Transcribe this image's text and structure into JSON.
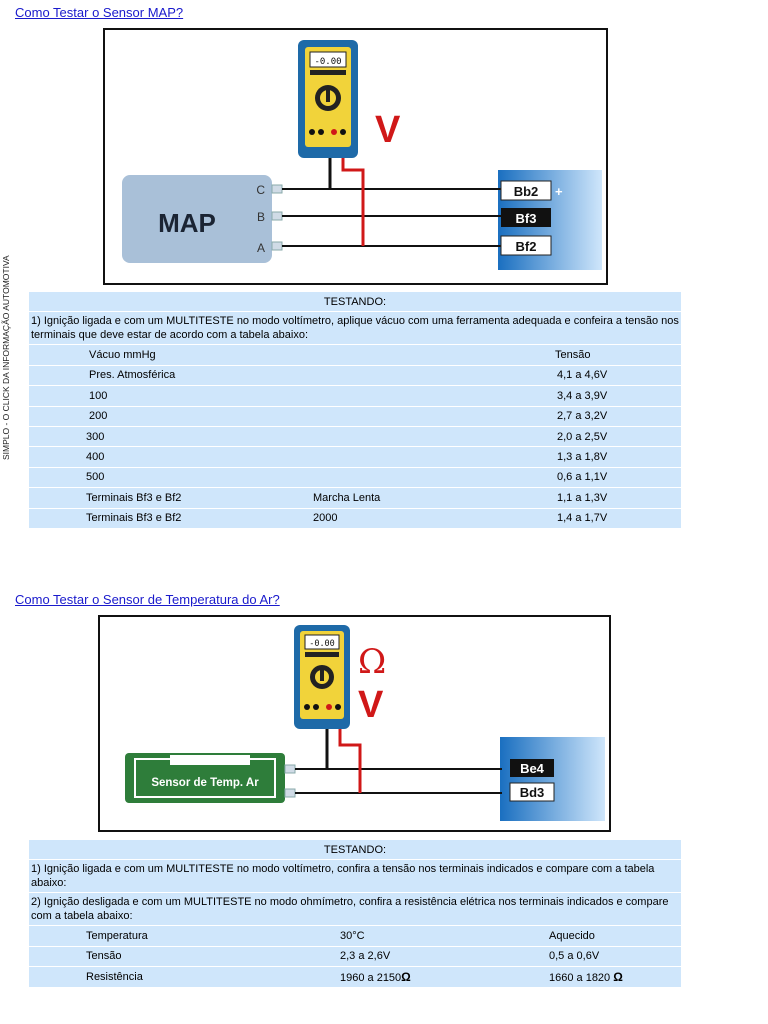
{
  "side_text": "SIMPLO - O CLICK DA INFORMAÇÃO AUTOMOTIVA",
  "section1": {
    "link": "Como Testar o Sensor MAP?",
    "figure": {
      "meter_display": "-0.00",
      "v_label": "V",
      "map_label": "MAP",
      "pins": [
        "C",
        "B",
        "A"
      ],
      "terminals": [
        "Bb2",
        "Bf3",
        "Bf2"
      ],
      "plus": "+"
    },
    "table": {
      "heading": "TESTANDO:",
      "instruction": "1) Ignição ligada e com um MULTITESTE no modo voltímetro, aplique vácuo com uma ferramenta adequada e confeira a tensão nos terminais que deve estar de acordo com a tabela abaixo:",
      "columns": {
        "col1": "Vácuo mmHg",
        "col3": "Tensão"
      },
      "rows": [
        {
          "c1": "Pres. Atmosférica",
          "c2": "",
          "c3": "4,1 a 4,6V"
        },
        {
          "c1": "100",
          "c2": "",
          "c3": "3,4 a 3,9V"
        },
        {
          "c1": "200",
          "c2": "",
          "c3": "2,7 a 3,2V"
        },
        {
          "c1": "300",
          "c2": "",
          "c3": "2,0 a 2,5V"
        },
        {
          "c1": "400",
          "c2": "",
          "c3": "1,3 a 1,8V"
        },
        {
          "c1": "500",
          "c2": "",
          "c3": "0,6 a 1,1V"
        },
        {
          "c1": "Terminais Bf3 e Bf2",
          "c2": "Marcha Lenta",
          "c3": "1,1 a 1,3V"
        },
        {
          "c1": "Terminais Bf3 e Bf2",
          "c2": "2000",
          "c3": "1,4 a 1,7V"
        }
      ]
    }
  },
  "section2": {
    "link": "Como Testar o Sensor de Temperatura do Ar?",
    "figure": {
      "meter_display": "-0.00",
      "ohm_label": "Ω",
      "v_label": "V",
      "sensor_label": "Sensor de Temp. Ar",
      "terminals": [
        "Be4",
        "Bd3"
      ]
    },
    "table": {
      "heading": "TESTANDO:",
      "instruction1": "1) Ignição ligada e com um MULTITESTE no modo voltímetro, confira a tensão nos terminais indicados e compare com a tabela abaixo:",
      "instruction2": "2) Ignição desligada e com um MULTITESTE no modo ohmímetro, confira a resistência elétrica nos terminais indicados e compare com a tabela abaixo:",
      "rows": [
        {
          "c1": "Temperatura",
          "c2": "30°C",
          "c3": "Aquecido"
        },
        {
          "c1": "Tensão",
          "c2": "2,3 a 2,6V",
          "c3": "0,5 a 0,6V"
        },
        {
          "c1": "Resistência",
          "c2": "1960 a 2150",
          "c3": "1660 a 1820"
        }
      ],
      "ohm_symbol": "Ω"
    }
  }
}
